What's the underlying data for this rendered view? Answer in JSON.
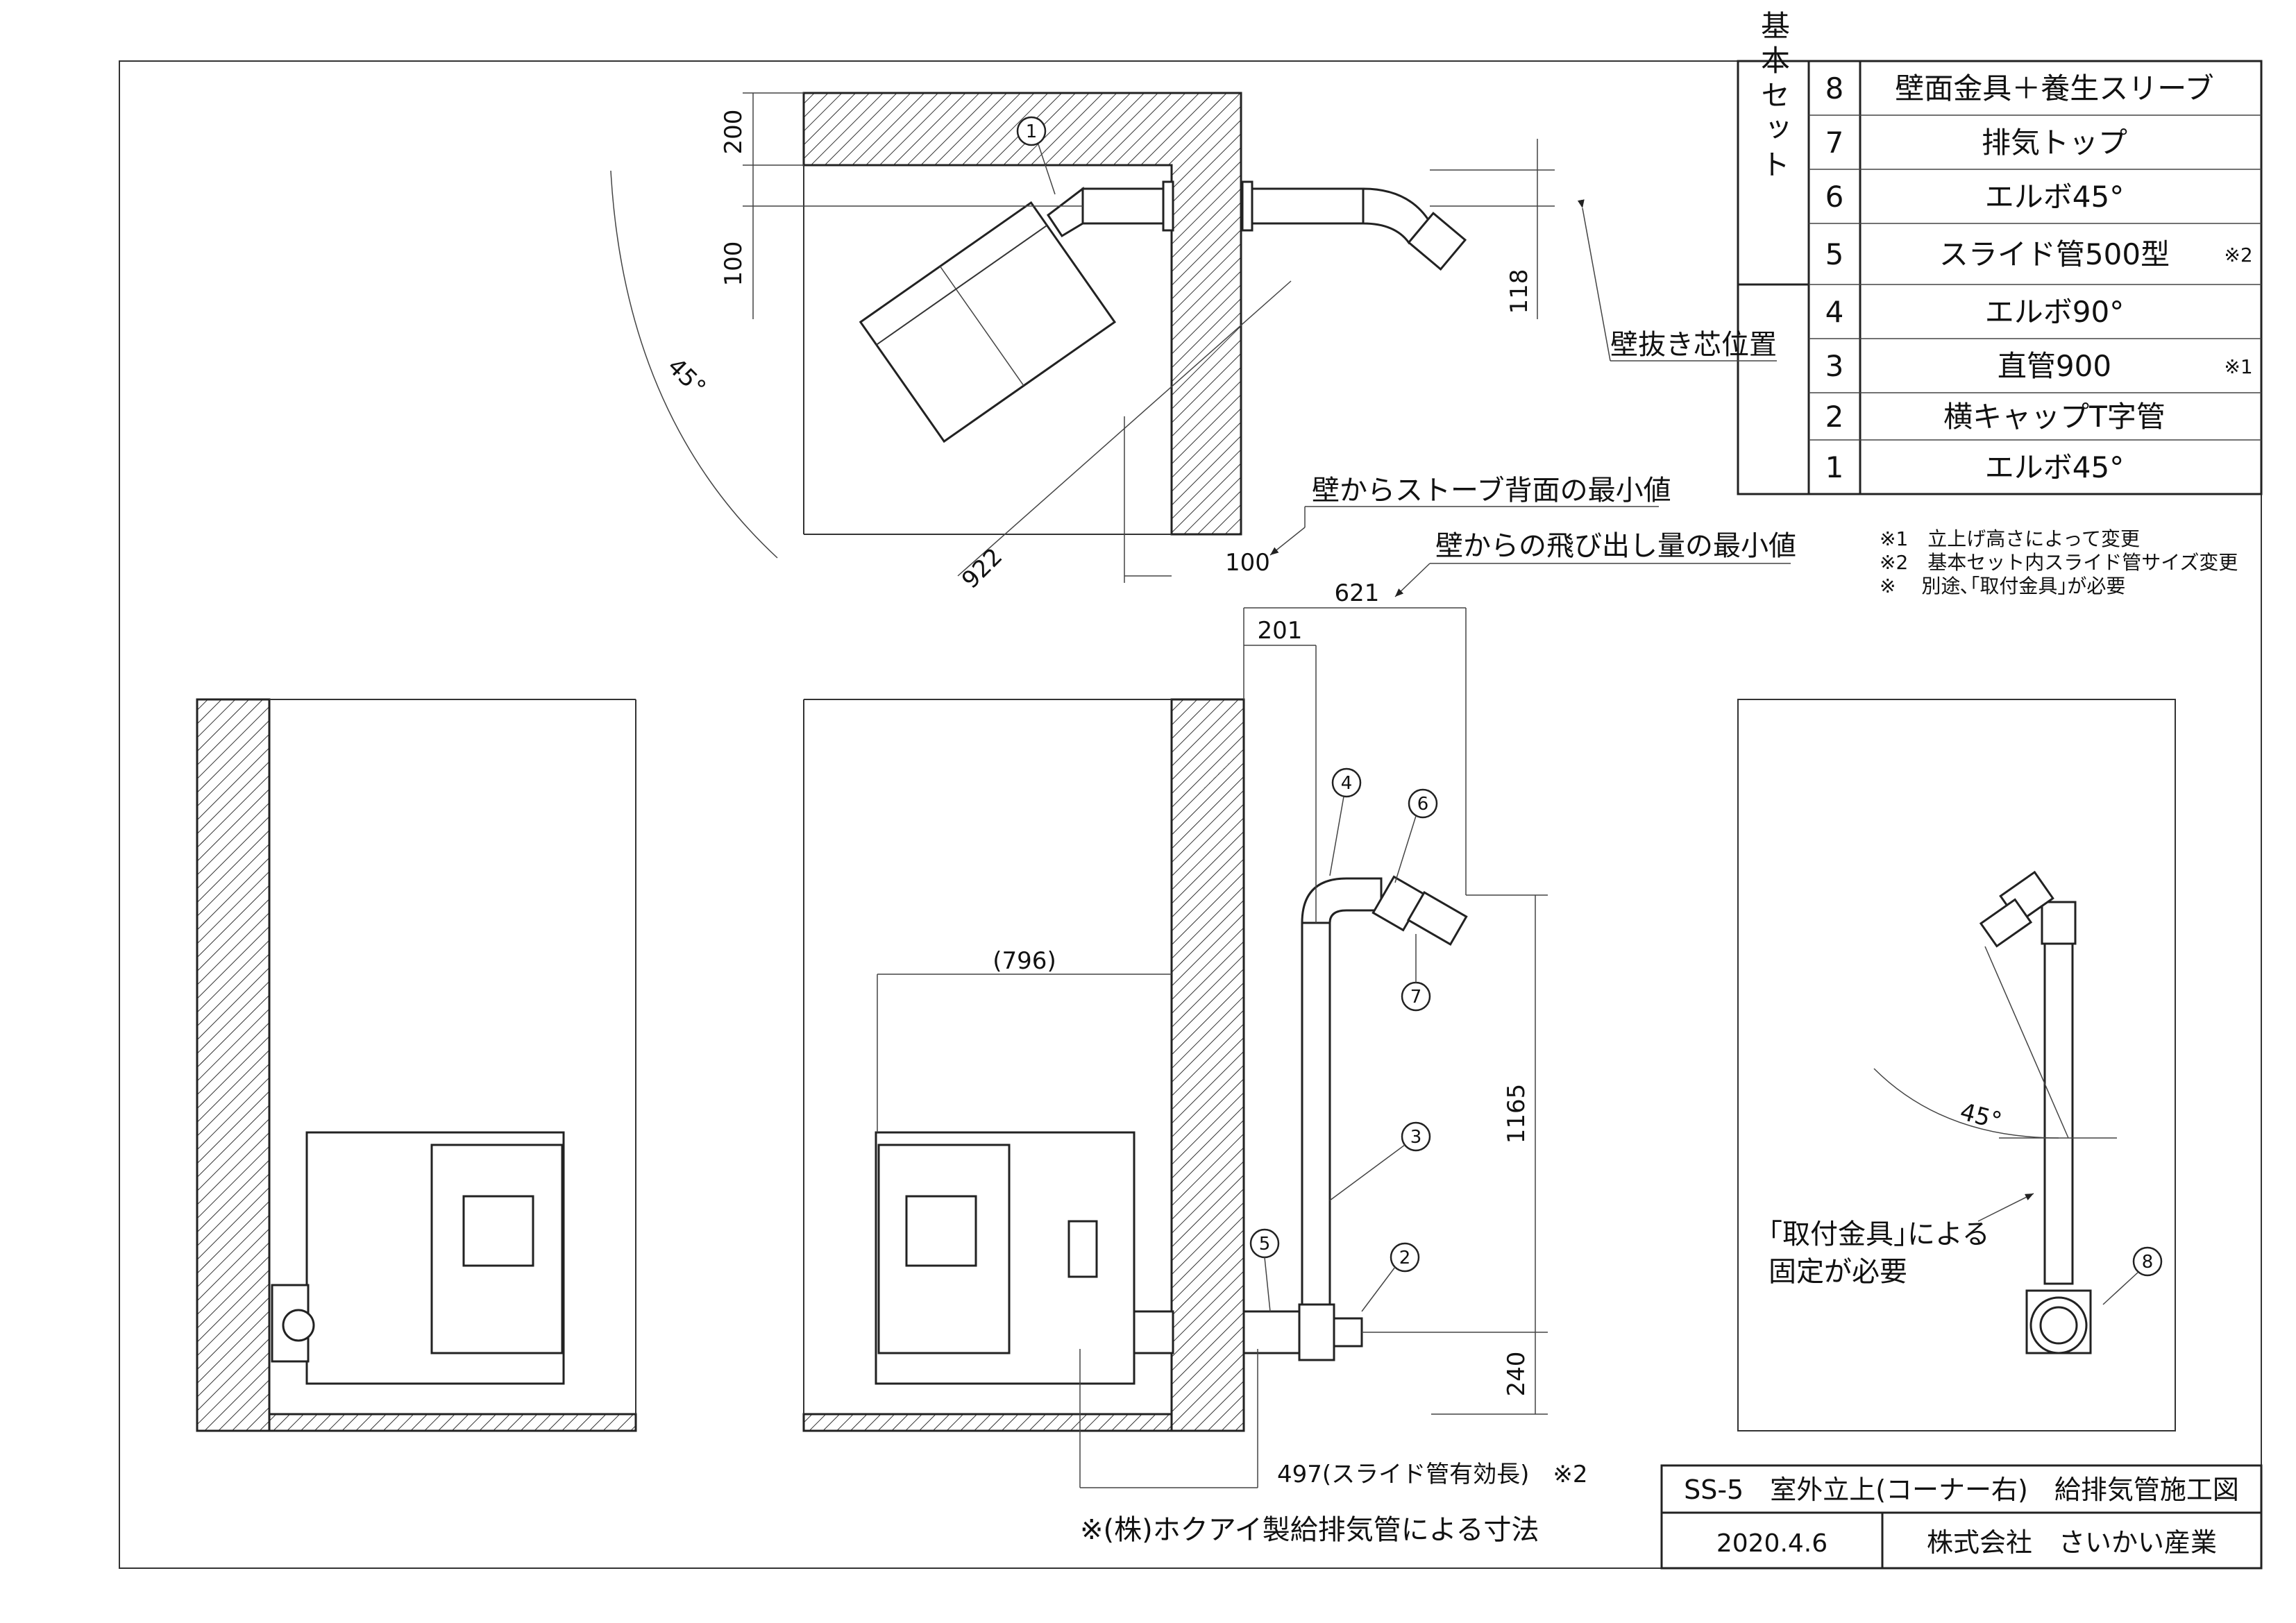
{
  "parts_table": {
    "group_label": "基本セット",
    "rows": [
      {
        "no": "8",
        "name": "壁面金具＋養生スリーブ",
        "note": ""
      },
      {
        "no": "7",
        "name": "排気トップ",
        "note": ""
      },
      {
        "no": "6",
        "name": "エルボ45°",
        "note": ""
      },
      {
        "no": "5",
        "name": "スライド管500型",
        "note": "※2"
      },
      {
        "no": "4",
        "name": "エルボ90°",
        "note": ""
      },
      {
        "no": "3",
        "name": "直管900",
        "note": "※1"
      },
      {
        "no": "2",
        "name": "横キャップT字管",
        "note": ""
      },
      {
        "no": "1",
        "name": "エルボ45°",
        "note": ""
      }
    ]
  },
  "footnotes": [
    "※1　立上げ高さによって変更",
    "※2　基本セット内スライド管サイズ変更",
    "※　 別途､｢取付金具｣が必要"
  ],
  "labels": {
    "wall_core": "壁抜き芯位置",
    "min_back": "壁からストーブ背面の最小値",
    "min_protrude": "壁からの飛び出し量の最小値",
    "bracket_note_1": "｢取付金具｣による",
    "bracket_note_2": "固定が必要",
    "hokuai_note": "※(株)ホクアイ製給排気管による寸法"
  },
  "dimensions": {
    "d200": "200",
    "d100_left": "100",
    "d118": "118",
    "d45_top": "45°",
    "d922": "922",
    "d100_bottom": "100",
    "d621": "621",
    "d201": "201",
    "d796": "(796)",
    "d1165": "1165",
    "d240": "240",
    "d497": "497(スライド管有効長)　※2",
    "d45_right": "45°"
  },
  "callouts": [
    "1",
    "2",
    "3",
    "4",
    "5",
    "6",
    "7",
    "8"
  ],
  "title_block": {
    "title": "SS-5　室外立上(コーナー右)　給排気管施工図",
    "date": "2020.4.6",
    "company": "株式会社　さいかい産業"
  }
}
